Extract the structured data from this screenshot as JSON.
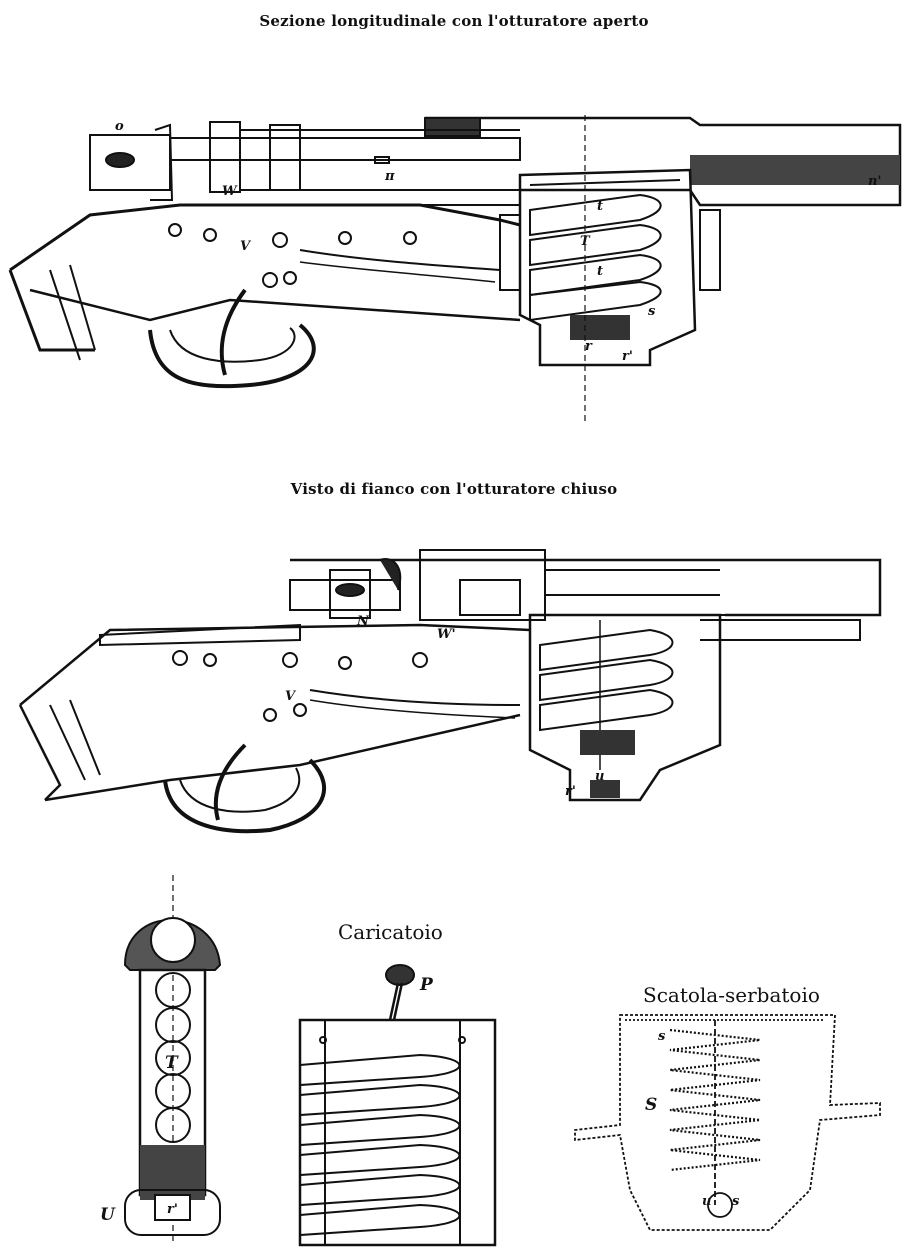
{
  "titles": {
    "section": "Sezione longitudinale con l'otturatore aperto",
    "side": "Visto di fianco con l'otturatore chiuso",
    "loader": "Caricatoio",
    "magazine": "Scatola-serbatoio"
  },
  "labels": {
    "top": {
      "o": "o",
      "w": "W",
      "pi": "π",
      "n": "n'",
      "v": "V",
      "t_upper": "t",
      "T": "T",
      "t_lower": "t",
      "s": "s",
      "r": "r",
      "r2": "r'"
    },
    "middle": {
      "N": "N",
      "Wp": "W'",
      "v": "V",
      "u": "u",
      "r": "r'"
    },
    "bottom": {
      "T": "T",
      "U": "U",
      "r": "r'",
      "P": "P",
      "s_top": "s",
      "S": "S",
      "u": "u",
      "s_low": "s"
    }
  }
}
